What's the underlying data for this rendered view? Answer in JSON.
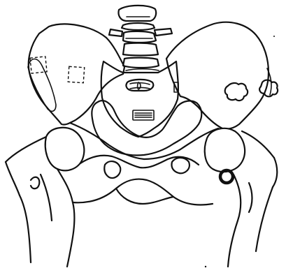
{
  "figure": {
    "colors": {
      "ink": "#111111",
      "paper": "#ffffff"
    },
    "markers": [
      {
        "name": "ring-marker",
        "icon": "ring-icon"
      },
      {
        "name": "rectangular-clip-marker",
        "icon": "clip-icon"
      },
      {
        "name": "lumbar-vertebrae",
        "icon": "spine-icon"
      }
    ]
  }
}
